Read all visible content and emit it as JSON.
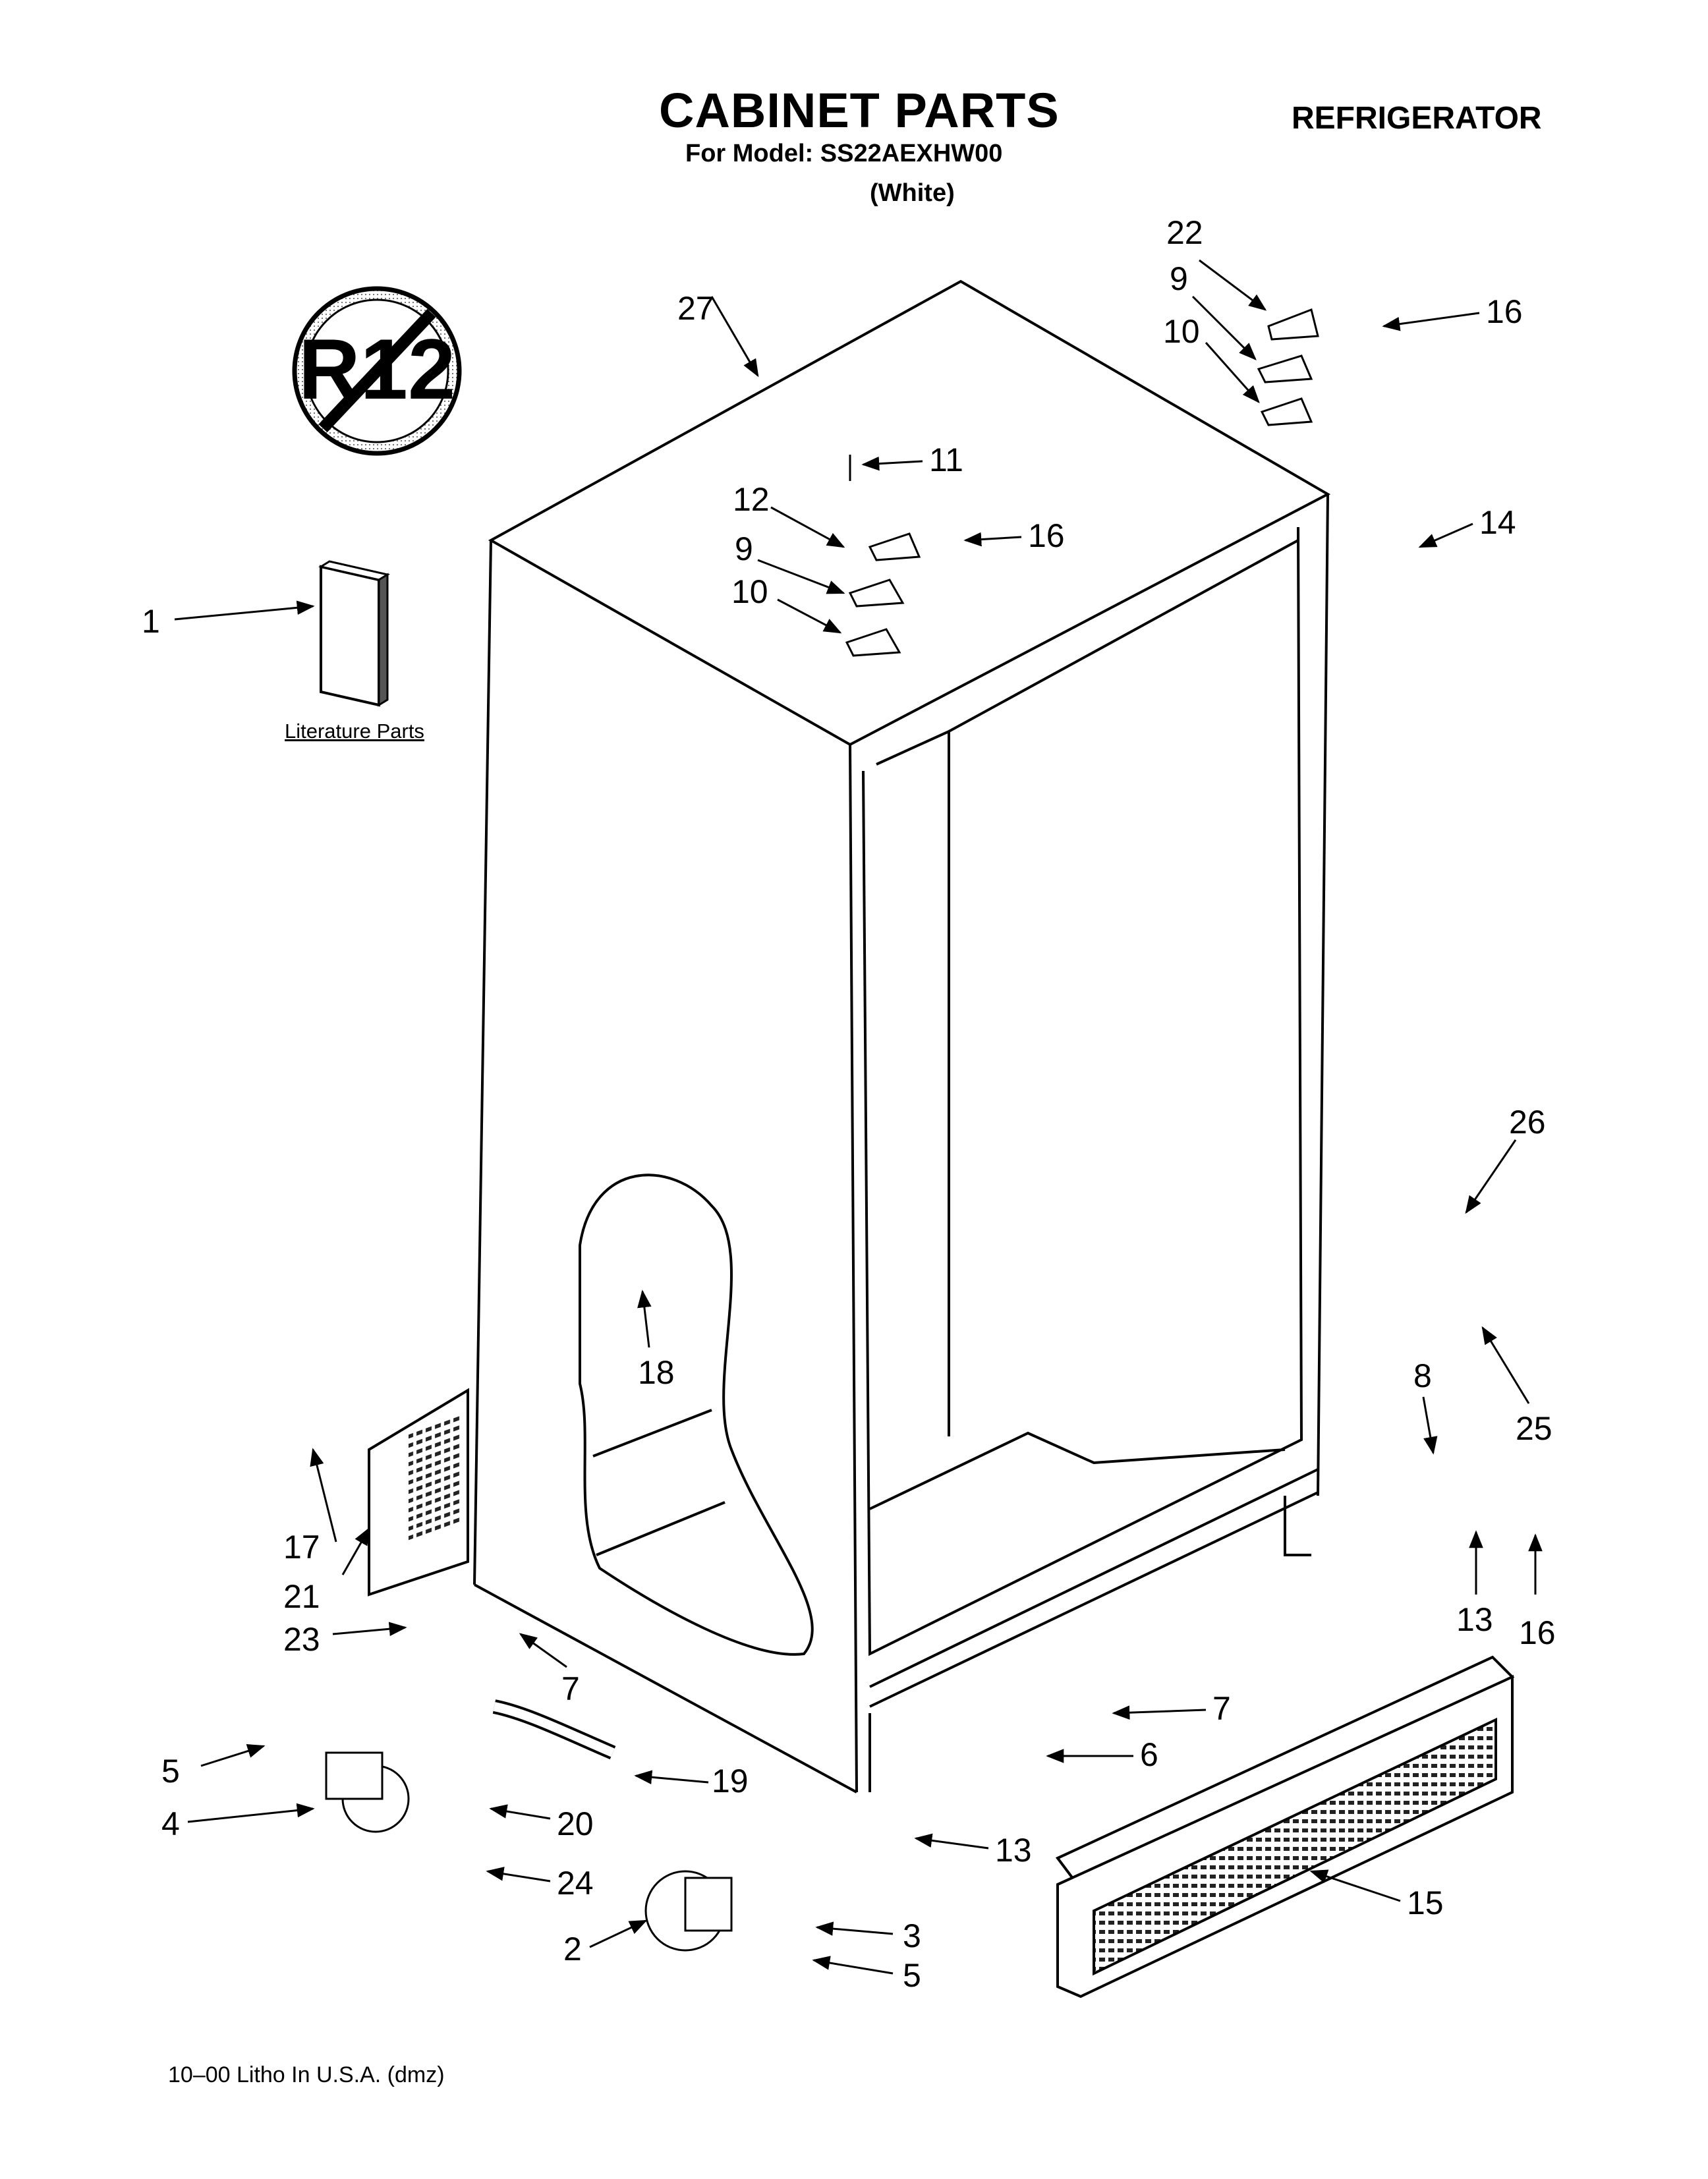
{
  "header": {
    "title": "CABINET PARTS",
    "category": "REFRIGERATOR",
    "model_line": "For Model: SS22AEXHW00",
    "variant": "(White)"
  },
  "badge": {
    "text": "R12"
  },
  "literature_label": "Literature Parts",
  "footer": "10–00 Litho In U.S.A. (dmz)",
  "callouts": [
    "27",
    "22",
    "9",
    "10",
    "16",
    "11",
    "12",
    "9",
    "16",
    "10",
    "14",
    "1",
    "26",
    "25",
    "8",
    "13",
    "16",
    "18",
    "17",
    "21",
    "23",
    "7",
    "7",
    "6",
    "5",
    "19",
    "4",
    "20",
    "24",
    "13",
    "15",
    "2",
    "3",
    "5"
  ]
}
